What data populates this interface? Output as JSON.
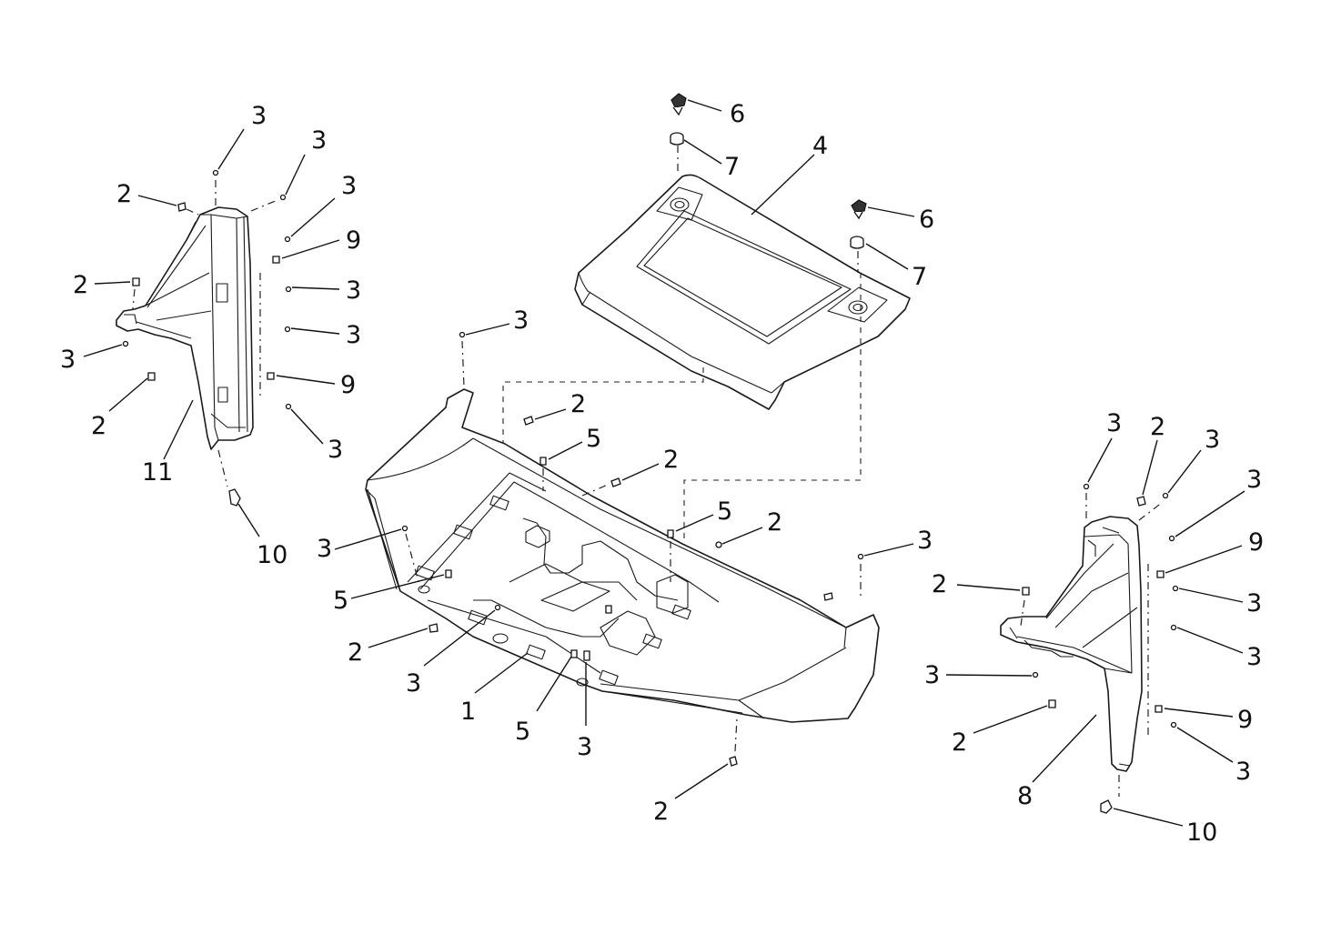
{
  "diagram": {
    "callouts": {
      "left_pillar": {
        "c1": "3",
        "c2": "3",
        "c3": "2",
        "c4": "3",
        "c5": "9",
        "c6": "2",
        "c7": "3",
        "c8": "3",
        "c9": "3",
        "c10": "9",
        "c11": "2",
        "c12": "3",
        "c13": "11",
        "c14": "10"
      },
      "hood": {
        "c1": "6",
        "c2": "7",
        "c3": "4",
        "c4": "6",
        "c5": "7"
      },
      "front_fascia": {
        "c1": "3",
        "c2": "2",
        "c3": "5",
        "c4": "2",
        "c5": "5",
        "c6": "2",
        "c7": "3",
        "c8": "3",
        "c9": "5",
        "c10": "2",
        "c11": "3",
        "c12": "1",
        "c13": "5",
        "c14": "3",
        "c15": "2"
      },
      "right_pillar": {
        "c1": "3",
        "c2": "2",
        "c3": "3",
        "c4": "3",
        "c5": "3",
        "c6": "9",
        "c7": "2",
        "c8": "3",
        "c9": "3",
        "c10": "3",
        "c11": "9",
        "c12": "2",
        "c13": "3",
        "c14": "8",
        "c15": "10"
      }
    }
  }
}
